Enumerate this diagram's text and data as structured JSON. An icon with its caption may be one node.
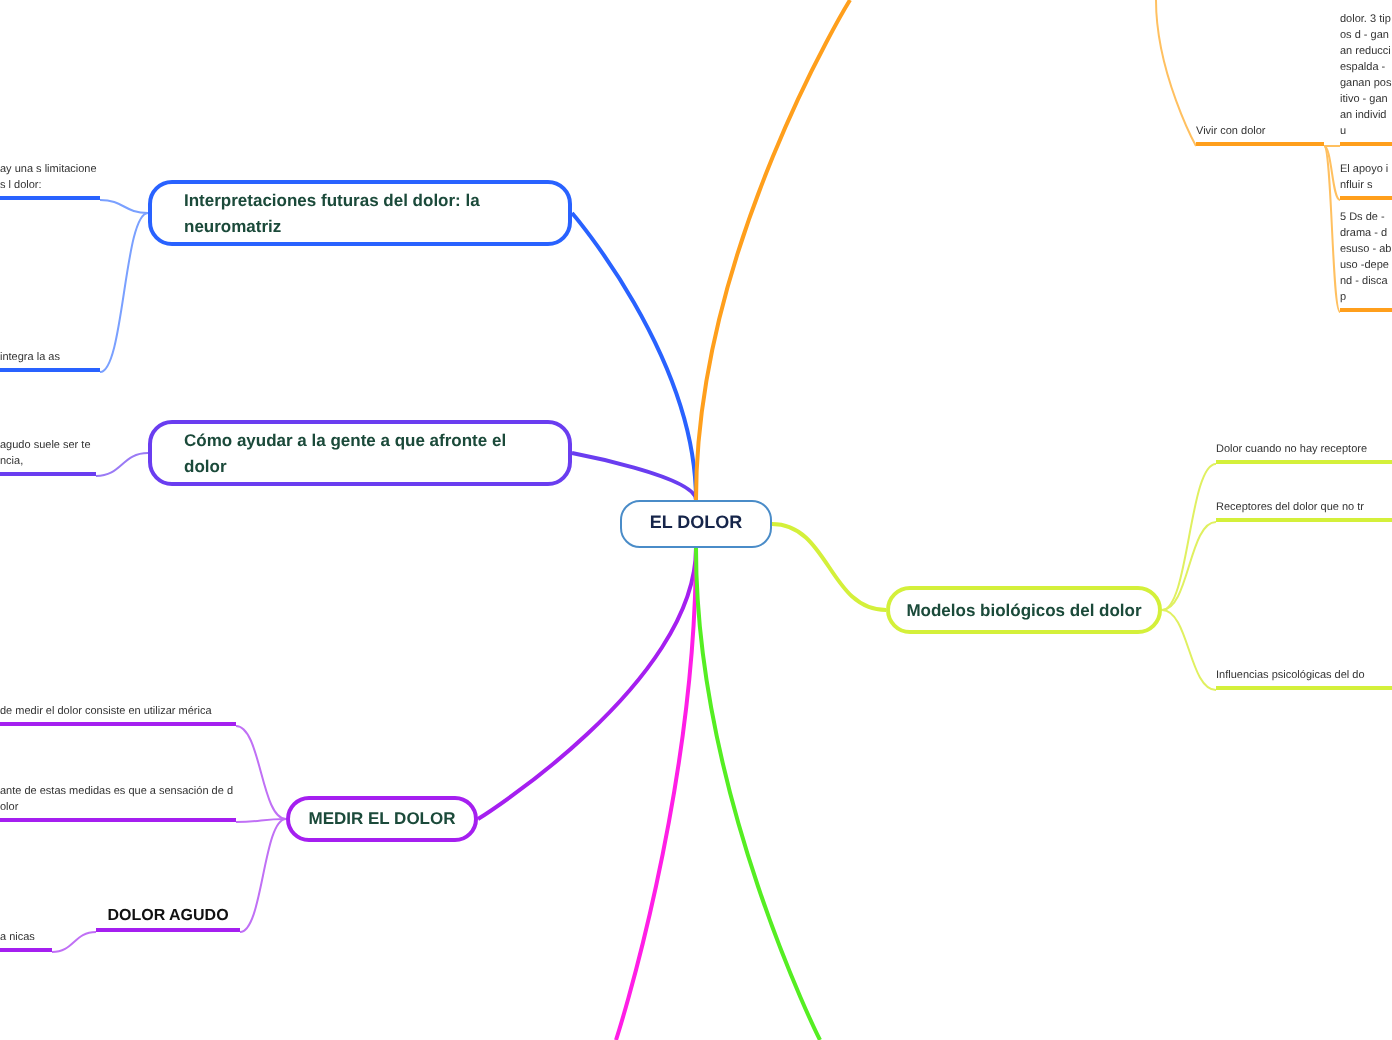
{
  "diagram": {
    "nodes": [
      {
        "text": [
          "EL DOLOR"
        ]
      },
      {
        "text": [
          "Interpretaciones futuras del dolor: la neuromatriz"
        ]
      },
      {
        "text": [
          "Cómo ayudar a la gente a que afronte el dolor"
        ]
      },
      {
        "text": [
          "MEDIR EL DOLOR"
        ]
      },
      {
        "text": [
          "Modelos biológicos del dolor"
        ]
      },
      {
        "text": [
          "Vivir con dolor"
        ]
      },
      {
        "text": [
          "ay una s limitaciones l dolor:"
        ]
      },
      {
        "text": [
          "integra la as"
        ]
      },
      {
        "text": [
          "agudo suele ser tencia,"
        ]
      },
      {
        "text": [
          "de medir el dolor consiste en utilizar mérica"
        ]
      },
      {
        "text": [
          "ante de estas medidas es que a sensación de dolor"
        ]
      },
      {
        "text": [
          "DOLOR AGUDO"
        ]
      },
      {
        "text": [
          "a nicas"
        ]
      },
      {
        "text": [
          "Dolor cuando no hay receptore"
        ]
      },
      {
        "text": [
          "Receptores del dolor que no tr"
        ]
      },
      {
        "text": [
          "Influencias psicológicas del do"
        ]
      },
      {
        "text": [
          "dolor. 3 tipos d - ganan reducci espalda - ganan positivo - ganan individu"
        ]
      },
      {
        "text": [
          "El apoyo influir s"
        ]
      },
      {
        "text": [
          "5 Ds de - drama - desuso - abuso -depend - discap"
        ]
      }
    ],
    "edges": [
      {
        "from": 0,
        "to": 1,
        "arrow": "none",
        "color": "#2962ff"
      },
      {
        "from": 0,
        "to": 2,
        "arrow": "none",
        "color": "#6a3df0"
      },
      {
        "from": 0,
        "to": 3,
        "arrow": "none",
        "color": "#a51ff0"
      },
      {
        "from": 0,
        "to": 4,
        "arrow": "none",
        "color": "#d4f03a"
      },
      {
        "from": 0,
        "to": null,
        "arrow": "none",
        "color": "#ff9f1c"
      },
      {
        "from": 0,
        "to": null,
        "arrow": "none",
        "color": "#ff1ee6"
      },
      {
        "from": 0,
        "to": null,
        "arrow": "none",
        "color": "#55ee22"
      },
      {
        "from": null,
        "to": 5,
        "arrow": "none",
        "color": "#ffc060"
      },
      {
        "from": 1,
        "to": 6,
        "arrow": "none",
        "color": "#7aa0ff"
      },
      {
        "from": 1,
        "to": 7,
        "arrow": "none",
        "color": "#7aa0ff"
      },
      {
        "from": 2,
        "to": 8,
        "arrow": "none",
        "color": "#9a7af5"
      },
      {
        "from": 3,
        "to": 9,
        "arrow": "none",
        "color": "#c070f5"
      },
      {
        "from": 3,
        "to": 10,
        "arrow": "none",
        "color": "#c070f5"
      },
      {
        "from": 3,
        "to": 11,
        "arrow": "none",
        "color": "#c070f5"
      },
      {
        "from": 11,
        "to": 12,
        "arrow": "none",
        "color": "#c070f5"
      },
      {
        "from": 4,
        "to": 13,
        "arrow": "none",
        "color": "#e0f060"
      },
      {
        "from": 4,
        "to": 14,
        "arrow": "none",
        "color": "#e0f060"
      },
      {
        "from": 4,
        "to": 15,
        "arrow": "none",
        "color": "#e0f060"
      },
      {
        "from": 5,
        "to": 16,
        "arrow": "none",
        "color": "#ffc060"
      },
      {
        "from": 5,
        "to": 17,
        "arrow": "none",
        "color": "#ffc060"
      },
      {
        "from": 5,
        "to": 18,
        "arrow": "none",
        "color": "#ffc060"
      }
    ]
  }
}
